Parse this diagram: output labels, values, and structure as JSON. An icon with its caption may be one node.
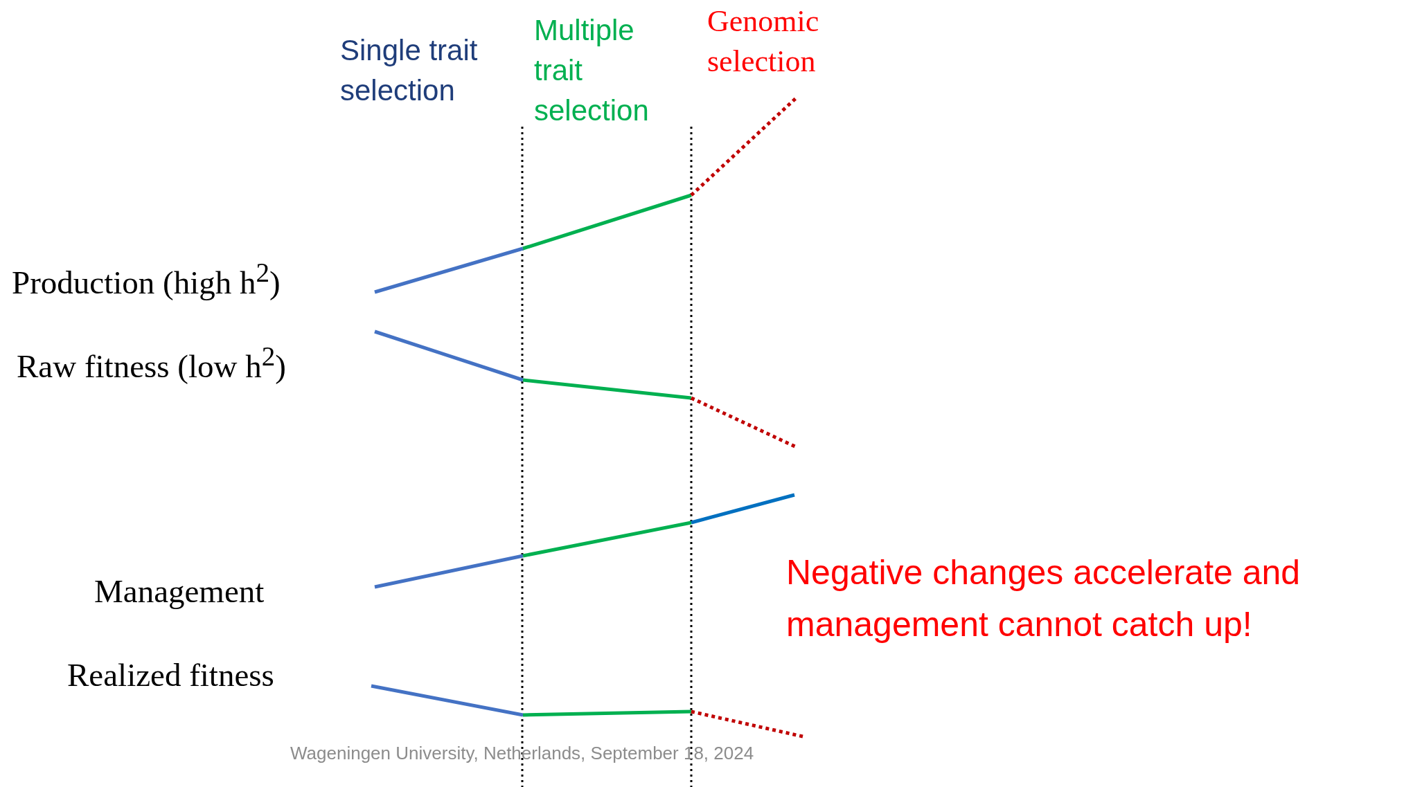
{
  "diagram": {
    "labels": [
      "Single trait selection",
      "Multiple trait selection",
      "Genomic selection",
      "Production (high h$^{2}$)",
      "Raw fitness (low h$^{2}$)",
      "Management",
      "Realized fitness",
      "Negative changes accelerate and management cannot catch up!",
      "Wageningen University, Netherlands, September 18, 2024"
    ]
  }
}
